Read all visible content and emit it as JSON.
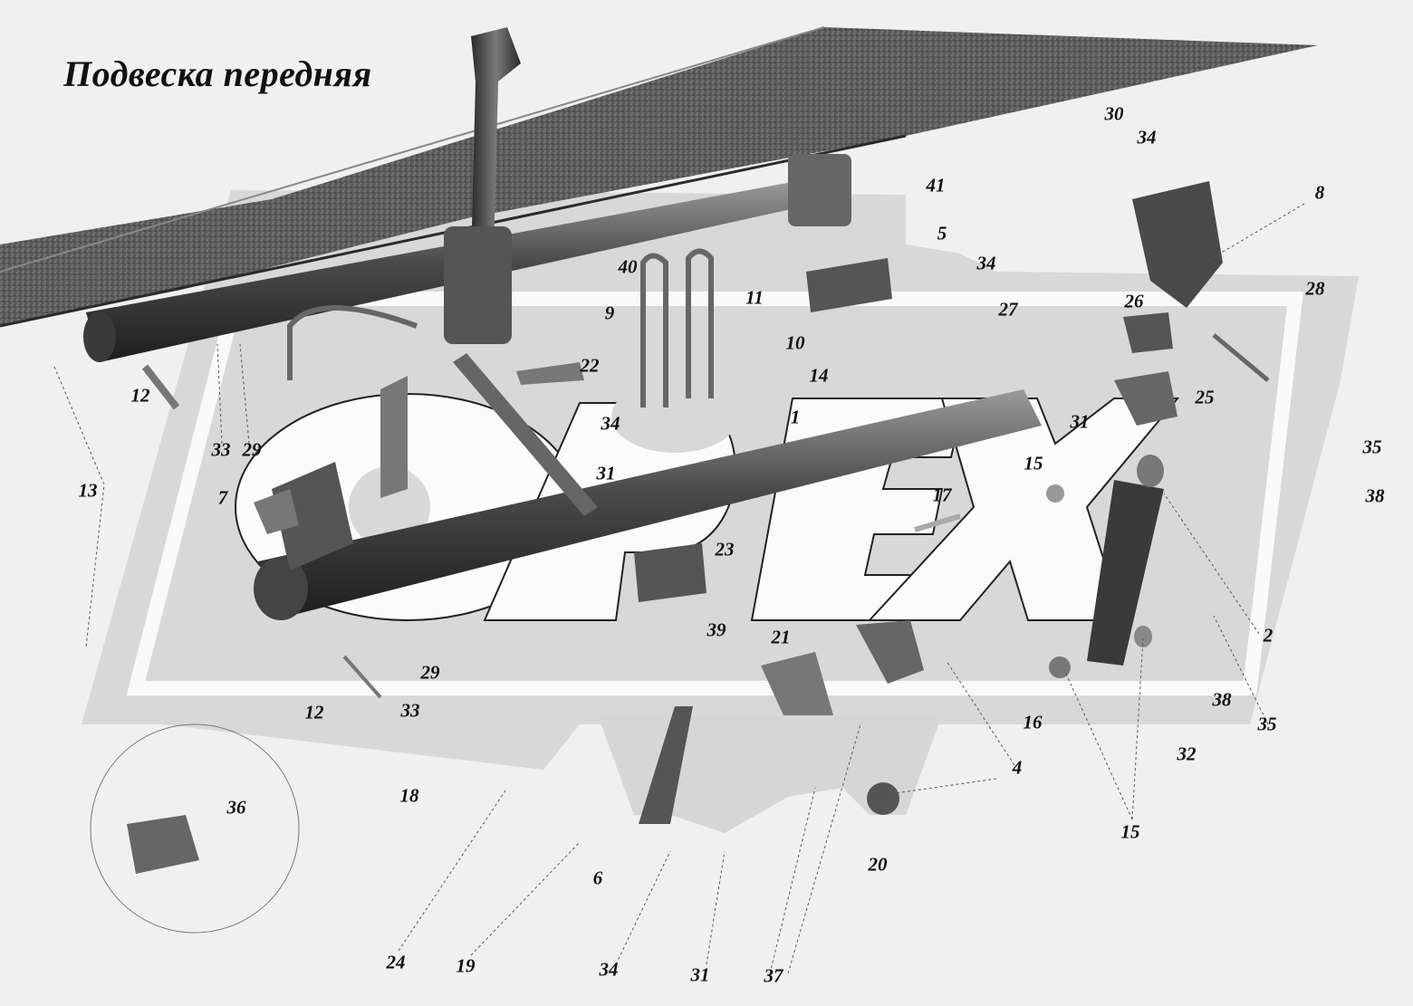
{
  "title": "Подвеска передняя",
  "watermark": "OPEX",
  "callouts": [
    {
      "id": "c30",
      "text": "30"
    },
    {
      "id": "c34a",
      "text": "34"
    },
    {
      "id": "c8",
      "text": "8"
    },
    {
      "id": "c41",
      "text": "41"
    },
    {
      "id": "c5",
      "text": "5"
    },
    {
      "id": "c34b",
      "text": "34"
    },
    {
      "id": "c40",
      "text": "40"
    },
    {
      "id": "c9",
      "text": "9"
    },
    {
      "id": "c11",
      "text": "11"
    },
    {
      "id": "c27",
      "text": "27"
    },
    {
      "id": "c26",
      "text": "26"
    },
    {
      "id": "c28",
      "text": "28"
    },
    {
      "id": "c10",
      "text": "10"
    },
    {
      "id": "c22",
      "text": "22"
    },
    {
      "id": "c14",
      "text": "14"
    },
    {
      "id": "c12a",
      "text": "12"
    },
    {
      "id": "c25",
      "text": "25"
    },
    {
      "id": "c1",
      "text": "1"
    },
    {
      "id": "c34c",
      "text": "34"
    },
    {
      "id": "c31a",
      "text": "31"
    },
    {
      "id": "c35a",
      "text": "35"
    },
    {
      "id": "c33a",
      "text": "33"
    },
    {
      "id": "c29a",
      "text": "29"
    },
    {
      "id": "c15a",
      "text": "15"
    },
    {
      "id": "c38a",
      "text": "38"
    },
    {
      "id": "c13",
      "text": "13"
    },
    {
      "id": "c31b",
      "text": "31"
    },
    {
      "id": "c7",
      "text": "7"
    },
    {
      "id": "c17",
      "text": "17"
    },
    {
      "id": "c23",
      "text": "23"
    },
    {
      "id": "c2",
      "text": "2"
    },
    {
      "id": "c39",
      "text": "39"
    },
    {
      "id": "c21",
      "text": "21"
    },
    {
      "id": "c29b",
      "text": "29"
    },
    {
      "id": "c38b",
      "text": "38"
    },
    {
      "id": "c12b",
      "text": "12"
    },
    {
      "id": "c33b",
      "text": "33"
    },
    {
      "id": "c16",
      "text": "16"
    },
    {
      "id": "c35b",
      "text": "35"
    },
    {
      "id": "c32",
      "text": "32"
    },
    {
      "id": "c4",
      "text": "4"
    },
    {
      "id": "c18",
      "text": "18"
    },
    {
      "id": "c36",
      "text": "36"
    },
    {
      "id": "c15b",
      "text": "15"
    },
    {
      "id": "c20",
      "text": "20"
    },
    {
      "id": "c6",
      "text": "6"
    },
    {
      "id": "c24",
      "text": "24"
    },
    {
      "id": "c19",
      "text": "19"
    },
    {
      "id": "c34d",
      "text": "34"
    },
    {
      "id": "c31c",
      "text": "31"
    },
    {
      "id": "c37",
      "text": "37"
    }
  ]
}
